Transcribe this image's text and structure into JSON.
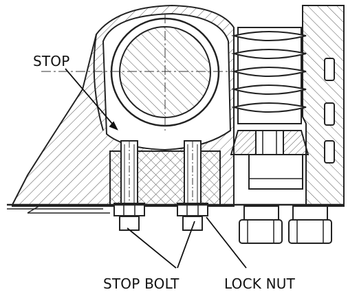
{
  "labels": {
    "stop": "STOP",
    "stop_bolt": "STOP BOLT",
    "lock_nut": "LOCK NUT"
  },
  "colors": {
    "line": "#222222",
    "background": "#ffffff"
  }
}
